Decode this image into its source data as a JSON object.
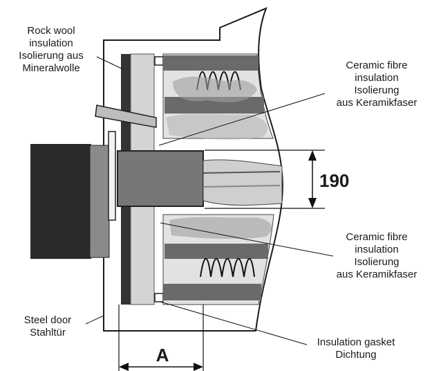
{
  "labels": {
    "rock_wool": [
      "Rock wool",
      "insulation",
      "Isolierung aus",
      "Mineralwolle"
    ],
    "ceramic_upper": [
      "Ceramic fibre",
      "insulation",
      "Isolierung",
      "aus Keramikfaser"
    ],
    "ceramic_lower": [
      "Ceramic fibre",
      "insulation",
      "Isolierung",
      "aus Keramikfaser"
    ],
    "steel_door": [
      "Steel door",
      "Stahltür"
    ],
    "gasket": [
      "Insulation gasket",
      "Dichtung"
    ]
  },
  "dimensions": {
    "opening": "190",
    "depth": "A"
  },
  "colors": {
    "ink": "#1a1a1a",
    "dark_grey": "#444444",
    "mid_grey": "#8a8a8a",
    "light_grey": "#c8c8c8",
    "fibre_grey": "#d9d9d9"
  }
}
